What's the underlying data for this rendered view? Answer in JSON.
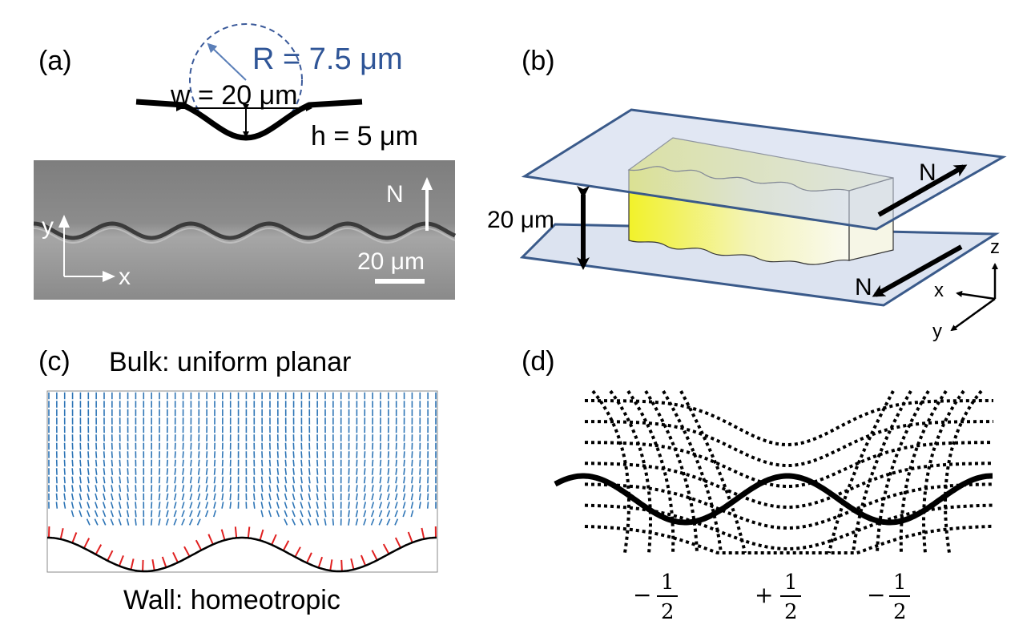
{
  "panels": {
    "a": {
      "label": "(a)",
      "radius_text": "R = 7.5 μm",
      "width_text": "w = 20 μm",
      "height_text": "h = 5 μm",
      "n_text": "N",
      "y_axis": "y",
      "x_axis": "x",
      "scalebar_text": "20 μm"
    },
    "b": {
      "label": "(b)",
      "gap_text": "20 μm",
      "n_top": "N",
      "n_bottom": "N",
      "axis_z": "z",
      "axis_x": "x",
      "axis_y": "y"
    },
    "c": {
      "label": "(c)",
      "top_caption": "Bulk: uniform planar",
      "bottom_caption": "Wall: homeotropic"
    },
    "d": {
      "label": "(d)",
      "defects": [
        {
          "sign": "−",
          "num": "1",
          "den": "2"
        },
        {
          "sign": "+",
          "num": "1",
          "den": "2"
        },
        {
          "sign": "−",
          "num": "1",
          "den": "2"
        }
      ]
    }
  },
  "colors": {
    "director_blue": "#2e75b6",
    "anchor_red": "#e02020",
    "plate_fill": "#dce3f0",
    "plate_stroke": "#3a5a8a",
    "radius_text": "#2f5597"
  }
}
